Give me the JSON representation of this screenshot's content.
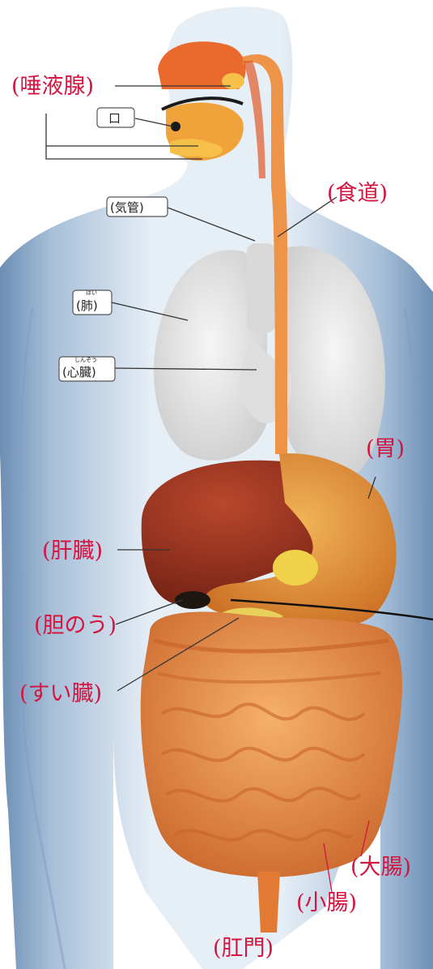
{
  "colors": {
    "background": "#ffffff",
    "body_light": "#dfe8f1",
    "body_mid": "#a7bfd8",
    "body_shadow": "#6d8fb4",
    "lung": "#ececec",
    "lung_shadow": "#cfcfcf",
    "mouth_orange": "#ea6a2e",
    "liver": "#8e2d1c",
    "liver_light": "#b9472c",
    "stomach": "#e79a3c",
    "stomach_dark": "#c96c22",
    "gallbladder": "#1e1711",
    "pancreas": "#e9d05a",
    "intestine": "#ef9a4a",
    "intestine_dark": "#c8642a",
    "esophagus": "#ee9448",
    "handwriting_red": "#d31540",
    "printed_text": "#222222",
    "leader_line": "#333333"
  },
  "labels": {
    "salivary_gland": "(唾液腺)",
    "mouth": "口",
    "esophagus": "(食道)",
    "trachea": "(気管)",
    "lung": "(肺)",
    "lung_ruby": "はい",
    "heart": "(心臓)",
    "heart_ruby": "しんぞう",
    "stomach": "(胃)",
    "liver": "(肝臓)",
    "gallbladder": "(胆のう)",
    "pancreas": "(すい臓)",
    "large_intestine": "(大腸)",
    "small_intestine": "(小腸)",
    "anus": "(肛門)"
  }
}
